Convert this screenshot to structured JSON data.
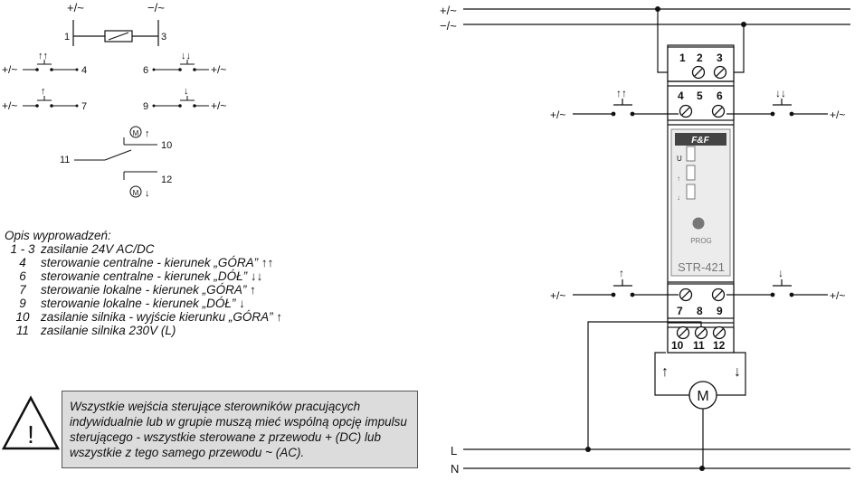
{
  "symbols": {
    "plus_ac": "+/~",
    "minus_ac": "−/~",
    "plus_ac_alt": "+/~"
  },
  "legend": {
    "top_terminals": {
      "left": "1",
      "right": "3"
    },
    "central_up": {
      "left_label": "+/~",
      "terminal": "4"
    },
    "central_down": {
      "terminal": "6",
      "right_label": "+/~"
    },
    "local_up": {
      "left_label": "+/~",
      "terminal": "7"
    },
    "local_down": {
      "terminal": "9",
      "right_label": "+/~"
    },
    "motor_switch": {
      "common": "11",
      "up": "10",
      "down": "12",
      "motor": "M"
    }
  },
  "description": {
    "title": "Opis wyprowadzeń:",
    "items": [
      {
        "num": "1 - 3",
        "text": "zasilanie 24V AC/DC"
      },
      {
        "num": "4",
        "text": "sterowanie centralne - kierunek „GÓRA” ↑↑"
      },
      {
        "num": "6",
        "text": "sterowanie centralne - kierunek „DÓŁ” ↓↓"
      },
      {
        "num": "7",
        "text": "sterowanie lokalne - kierunek „GÓRA” ↑"
      },
      {
        "num": "9",
        "text": "sterowanie lokalne - kierunek „DÓŁ” ↓"
      },
      {
        "num": "10",
        "text": "zasilanie silnika - wyjście kierunku „GÓRA” ↑"
      },
      {
        "num": "11",
        "text": "zasilanie silnika 230V (L)"
      }
    ]
  },
  "warning": {
    "symbol": "!",
    "text": "Wszystkie wejścia sterujące sterowników pracujących indywidualnie lub w grupie muszą mieć wspólną opcję impulsu sterującego - wszystkie sterowane z przewodu + (DC) lub wszystkie z tego samego przewodu ~ (AC)."
  },
  "wiring": {
    "rail_plus": "+/~",
    "rail_minus": "−/~",
    "rail_L": "L",
    "rail_N": "N",
    "terminals_top": [
      "1",
      "2",
      "3"
    ],
    "terminals_ctrl": [
      "4",
      "5",
      "6"
    ],
    "terminals_local": [
      "7",
      "8",
      "9"
    ],
    "terminals_motor": [
      "10",
      "11",
      "12"
    ],
    "side_left": "+/~",
    "side_right": "+/~",
    "device_logo": "F&F",
    "indicator_u": "U",
    "button_label": "PROG",
    "model": "STR-421",
    "motor": "M"
  }
}
